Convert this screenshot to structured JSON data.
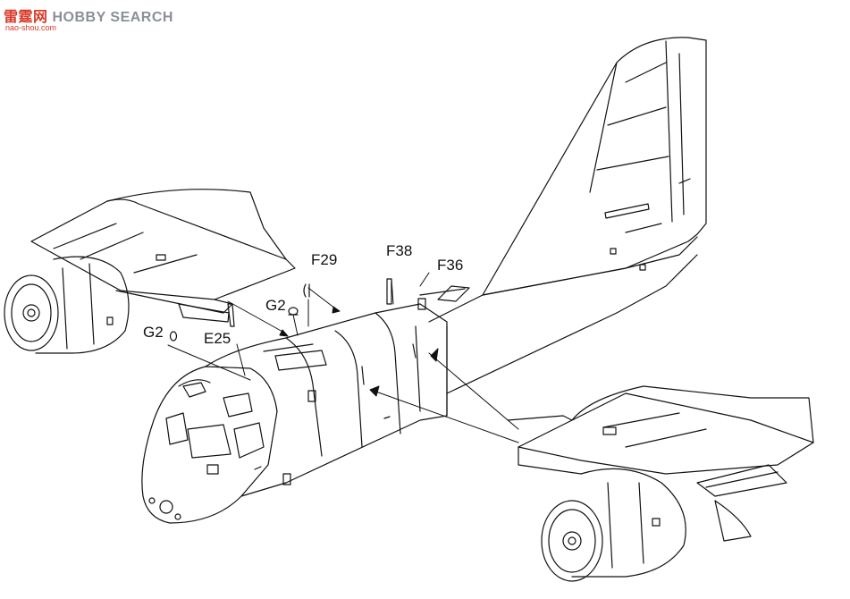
{
  "watermark": {
    "site_cn": "雷霆网",
    "brand": "HOBBY SEARCH",
    "url": "nao-shou.com",
    "accent_color": "#d93a2a",
    "brand_color": "#8a8f99"
  },
  "callouts": {
    "f29": "F29",
    "f38": "F38",
    "f36": "F36",
    "g2_upper": "G2",
    "g2_lower": "G2",
    "e25": "E25"
  },
  "line_color": "#111111"
}
